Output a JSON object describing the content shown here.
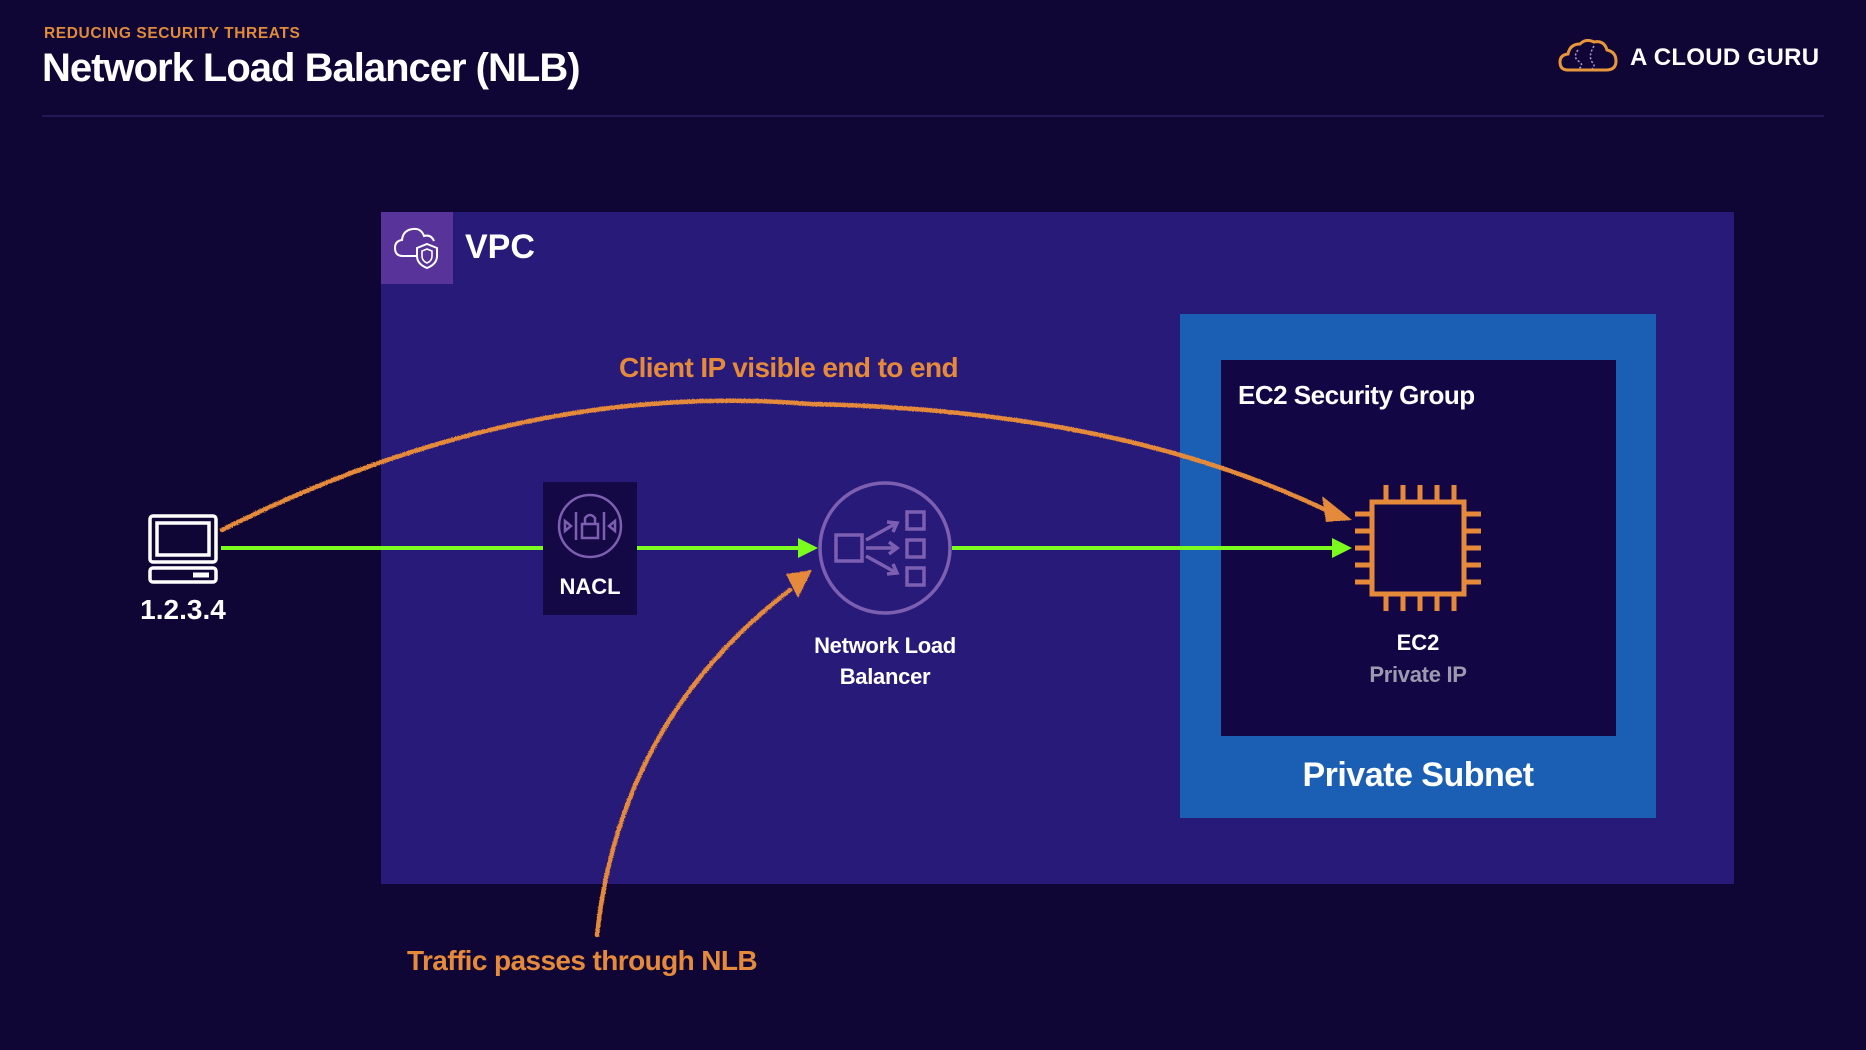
{
  "header": {
    "eyebrow": "REDUCING SECURITY THREATS",
    "title": "Network Load Balancer (NLB)",
    "brand": {
      "name": "A CLOUD GURU",
      "icon": "cloud-logo-icon"
    }
  },
  "diagram": {
    "vpc": {
      "label": "VPC",
      "icon": "vpc-cloud-shield-icon"
    },
    "client": {
      "label": "1.2.3.4",
      "icon": "desktop-computer-icon"
    },
    "nacl": {
      "label": "NACL",
      "icon": "nacl-lock-icon"
    },
    "nlb": {
      "label_line1": "Network Load",
      "label_line2": "Balancer",
      "icon": "load-balancer-icon"
    },
    "security_group": {
      "label": "EC2 Security Group"
    },
    "ec2": {
      "label": "EC2",
      "sublabel": "Private IP",
      "icon": "ec2-chip-icon"
    },
    "subnet": {
      "label": "Private Subnet"
    },
    "annotations": {
      "top": "Client IP visible end to end",
      "bottom": "Traffic passes through NLB"
    },
    "flow": [
      "1.2.3.4",
      "NACL",
      "Network Load Balancer",
      "EC2"
    ]
  },
  "colors": {
    "background": "#0f0636",
    "vpc_fill": "#281a78",
    "subnet_fill": "#1a5fb4",
    "security_group_fill": "#120744",
    "accent_orange": "#e58a3b",
    "flow_green": "#7cfc1e",
    "icon_purple": "#7c5fb0"
  }
}
